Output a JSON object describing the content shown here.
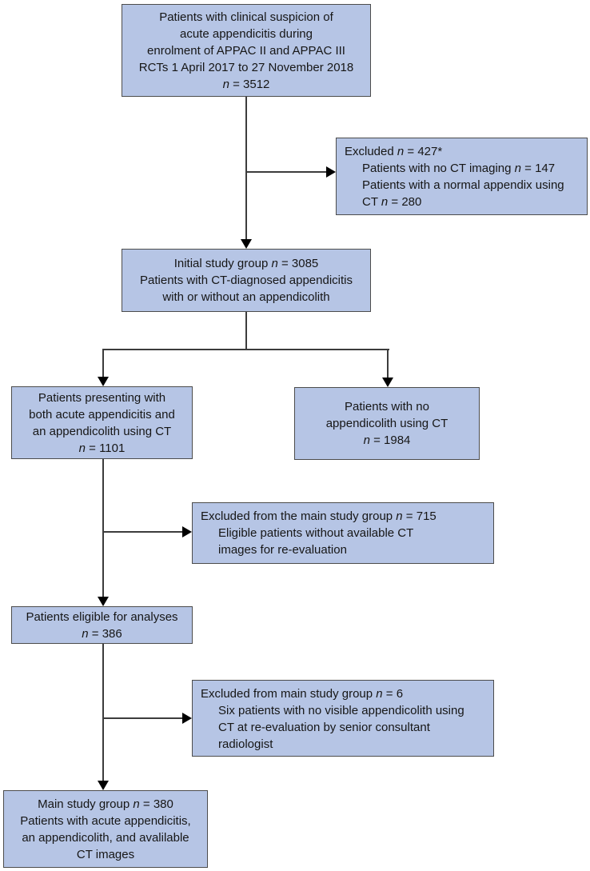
{
  "colors": {
    "box_fill": "#b6c5e5",
    "box_border": "#4c4c4c",
    "line": "#3c3c3c",
    "arrow": "#000000",
    "text": "#161616",
    "background": "#ffffff"
  },
  "boxes": {
    "suspicion": {
      "lines": [
        "Patients with clinical suspicion of",
        "acute appendicitis during",
        "enrolment of APPAC II and APPAC III",
        "RCTs 1 April 2017 to 27 November 2018",
        "n = 3512"
      ]
    },
    "excluded_427": {
      "lines": [
        "Excluded n = 427*",
        "Patients with no CT imaging n = 147",
        "Patients with a normal appendix using",
        "CT n = 280"
      ]
    },
    "initial": {
      "lines": [
        "Initial study group n = 3085",
        "Patients with CT-diagnosed appendicitis",
        "with or without an appendicolith"
      ]
    },
    "appendicolith": {
      "lines": [
        "Patients presenting with",
        "both acute appendicitis and",
        "an appendicolith using CT",
        "n = 1101"
      ]
    },
    "no_appendicolith": {
      "lines": [
        "Patients with no",
        "appendicolith using CT",
        "n = 1984"
      ]
    },
    "excluded_715": {
      "lines": [
        "Excluded from the main study group n = 715",
        "Eligible patients without available CT",
        "images for re-evaluation"
      ]
    },
    "eligible": {
      "lines": [
        "Patients eligible for analyses",
        "n = 386"
      ]
    },
    "excluded_6": {
      "lines": [
        "Excluded from main study group n = 6",
        "Six patients with no visible appendicolith using",
        "CT at re-evaluation by senior consultant",
        "radiologist"
      ]
    },
    "main": {
      "lines": [
        "Main study group n = 380",
        "Patients with acute appendicitis,",
        "an appendicolith, and avalilable",
        "CT images"
      ]
    }
  },
  "edges": [
    {
      "from": "suspicion",
      "to": "initial"
    },
    {
      "from": "suspicion",
      "to": "excluded_427"
    },
    {
      "from": "initial",
      "to": "appendicolith"
    },
    {
      "from": "initial",
      "to": "no_appendicolith"
    },
    {
      "from": "appendicolith",
      "to": "excluded_715"
    },
    {
      "from": "appendicolith",
      "to": "eligible"
    },
    {
      "from": "eligible",
      "to": "excluded_6"
    },
    {
      "from": "eligible",
      "to": "main"
    }
  ]
}
